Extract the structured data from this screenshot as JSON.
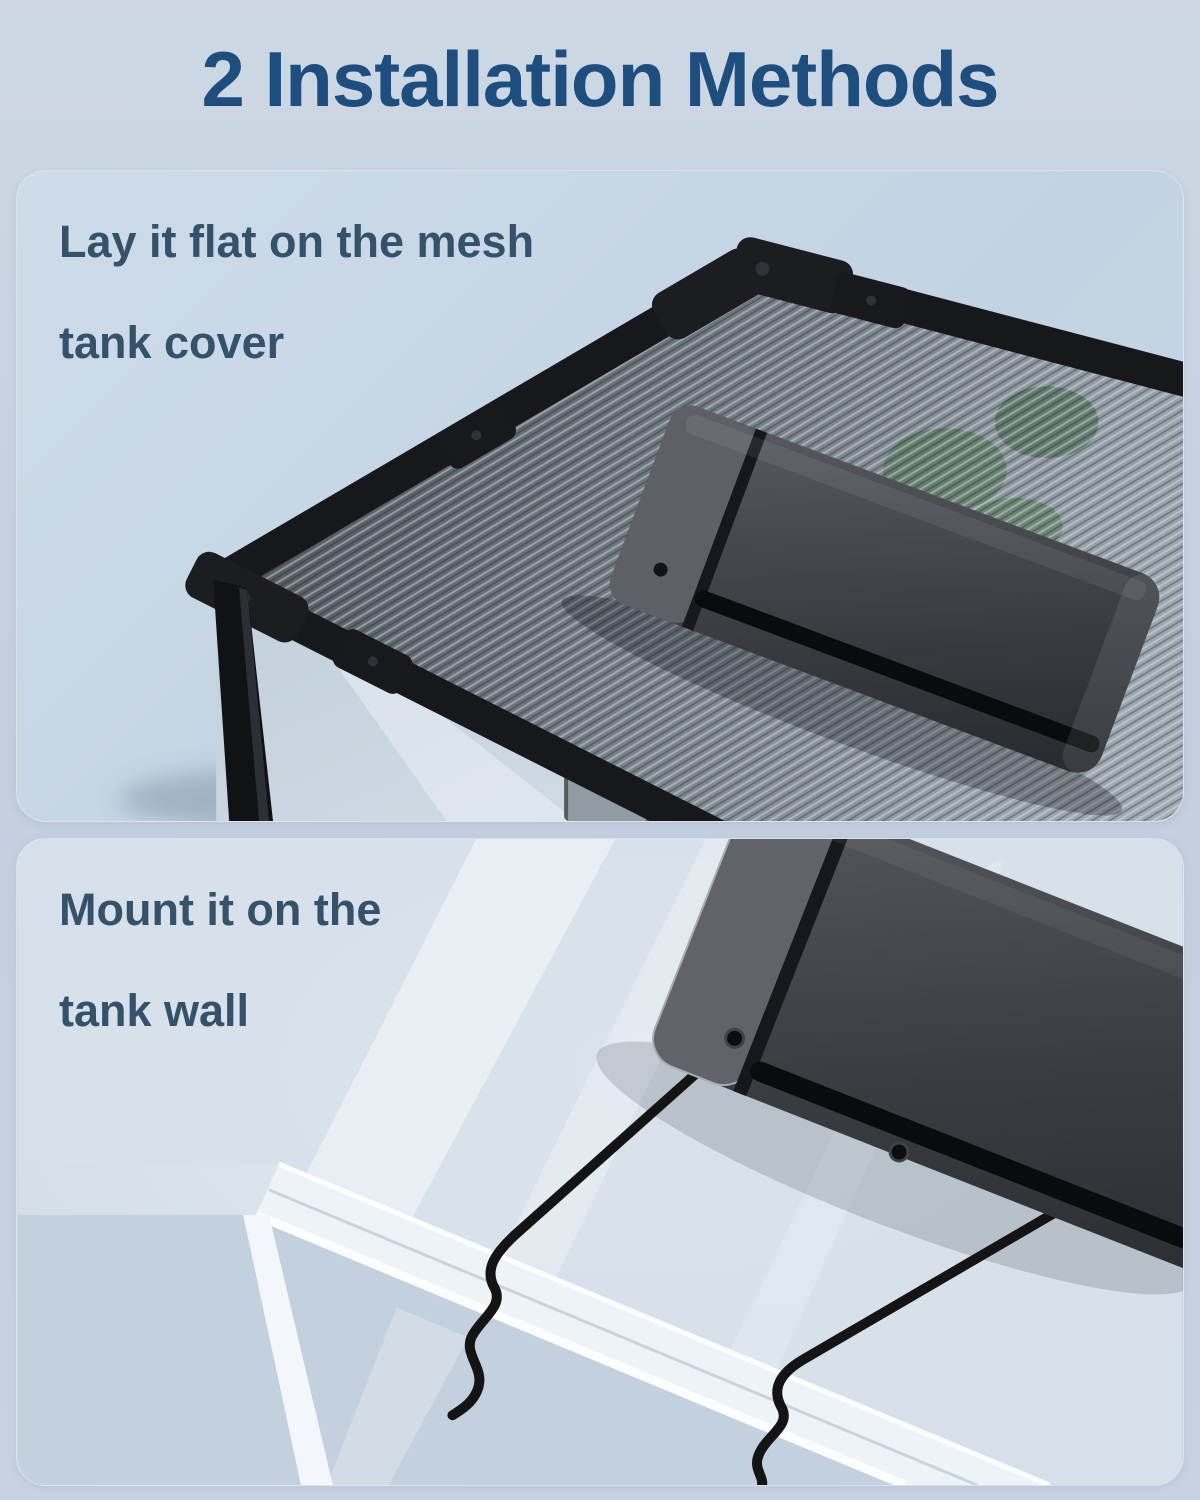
{
  "page": {
    "title": "2 Installation Methods"
  },
  "panels": [
    {
      "id": "lay-flat",
      "caption_lines": [
        "Lay it flat on the mesh",
        "tank cover"
      ],
      "photo": "heat-mat-lying-flat-on-mesh-tank-cover"
    },
    {
      "id": "wall-mount",
      "caption_lines": [
        "Mount it on the",
        "tank wall"
      ],
      "photo": "heat-mat-mounted-on-tank-wall-with-wire-brackets"
    }
  ],
  "colors": {
    "title_text": "#1d4e7e",
    "caption_text": "#35526b",
    "page_background": "#c6d2e0",
    "panel_background": "#c8d6e5",
    "device_body": "#3d4146",
    "device_cap": "#5d6167",
    "tank_frame": "#17181b",
    "wire": "#141414"
  }
}
